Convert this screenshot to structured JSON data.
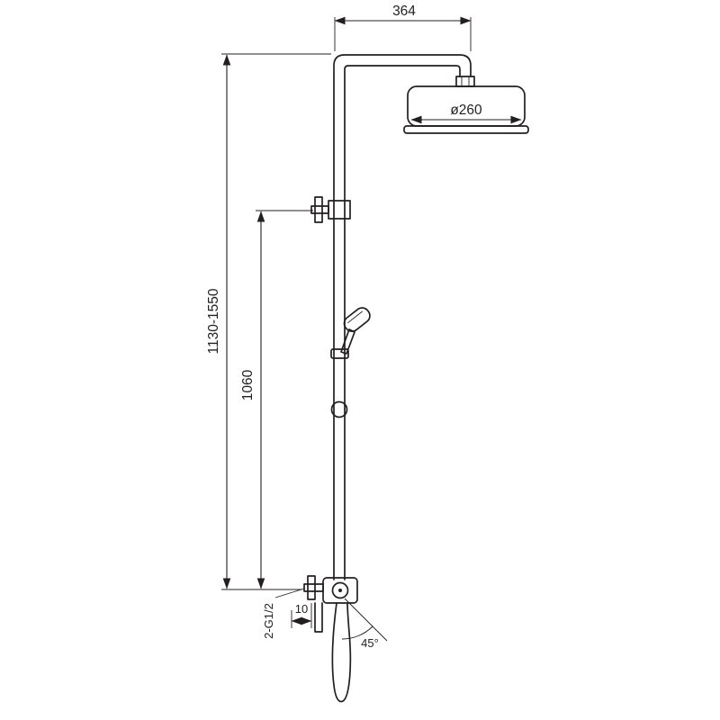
{
  "drawing": {
    "colors": {
      "line": "#231f20",
      "background": "#ffffff"
    },
    "labels": {
      "arm_length": "364",
      "head_diameter": "ø260",
      "total_height": "1130-1550",
      "riser_height": "1060",
      "inlet_offset": "10",
      "inlet_thread": "2-G1/2",
      "lever_angle": "45°"
    }
  }
}
